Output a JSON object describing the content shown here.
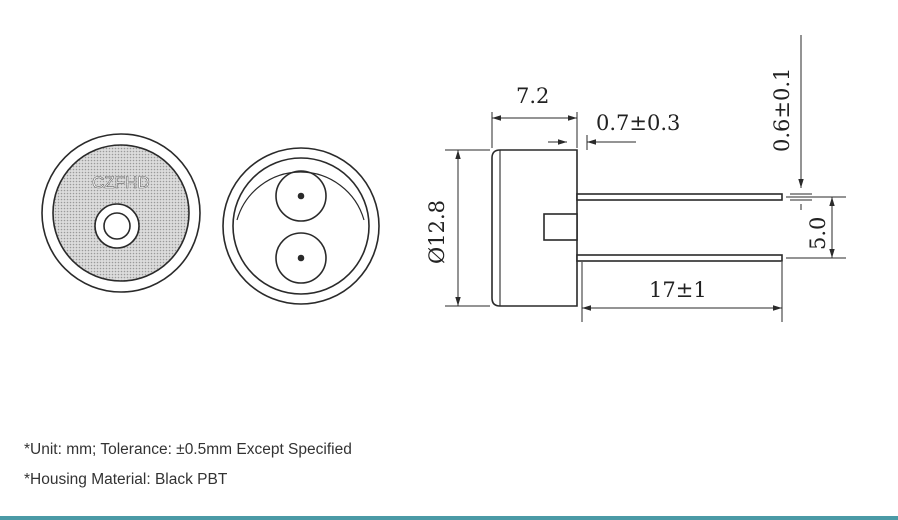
{
  "front_view": {
    "logo_text": "CZFHD"
  },
  "dimensions": {
    "width": "7.2",
    "lead_offset": "0.7±0.3",
    "pin_diameter": "0.6±0.1",
    "diameter": "Ø12.8",
    "pin_spacing": "5.0",
    "lead_length": "17±1"
  },
  "notes": [
    "*Unit: mm; Tolerance: ±0.5mm Except Specified",
    "*Housing Material: Black PBT"
  ],
  "colors": {
    "line": "#2a2a2a",
    "stipple": "#c9c9c9",
    "accent_rule": "#4b9aa6"
  }
}
